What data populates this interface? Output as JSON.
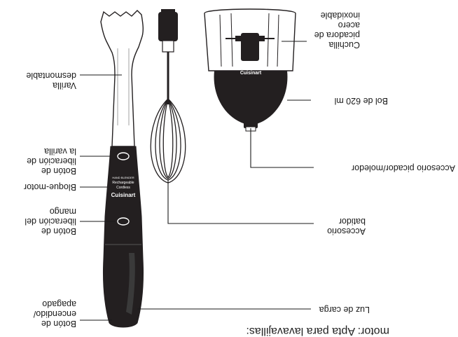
{
  "header": {
    "text": "motor: Apta para lavavajillas:"
  },
  "labels": {
    "vanilla": [
      "Varilla",
      "desmontable"
    ],
    "release_rod": [
      "Botón de",
      "liberación de",
      "la varilla"
    ],
    "motor_block": [
      "Bloque-motor"
    ],
    "release_handle": [
      "Botón de",
      "liberación del",
      "mango"
    ],
    "power": [
      "Botón de",
      "encendido/",
      "apagado"
    ],
    "blade": [
      "Cuchilla",
      "picadora de",
      "acero",
      "inoxidable"
    ],
    "bowl": [
      "Bol de 620 ml"
    ],
    "chopper": [
      "Accesorio picador/moledor"
    ],
    "whisk": [
      "Accesorio",
      "batidor"
    ],
    "charge": [
      "Luz de carga"
    ]
  },
  "handle_text": {
    "brand": "Cuisinart",
    "lines": [
      "Cordless",
      "Rechargeable",
      "HAND BLENDER"
    ]
  },
  "bowl_brand": "Cuisinart",
  "colors": {
    "body": "#231f20",
    "line": "#1a1a1a",
    "accent": "#3a3a3a"
  }
}
